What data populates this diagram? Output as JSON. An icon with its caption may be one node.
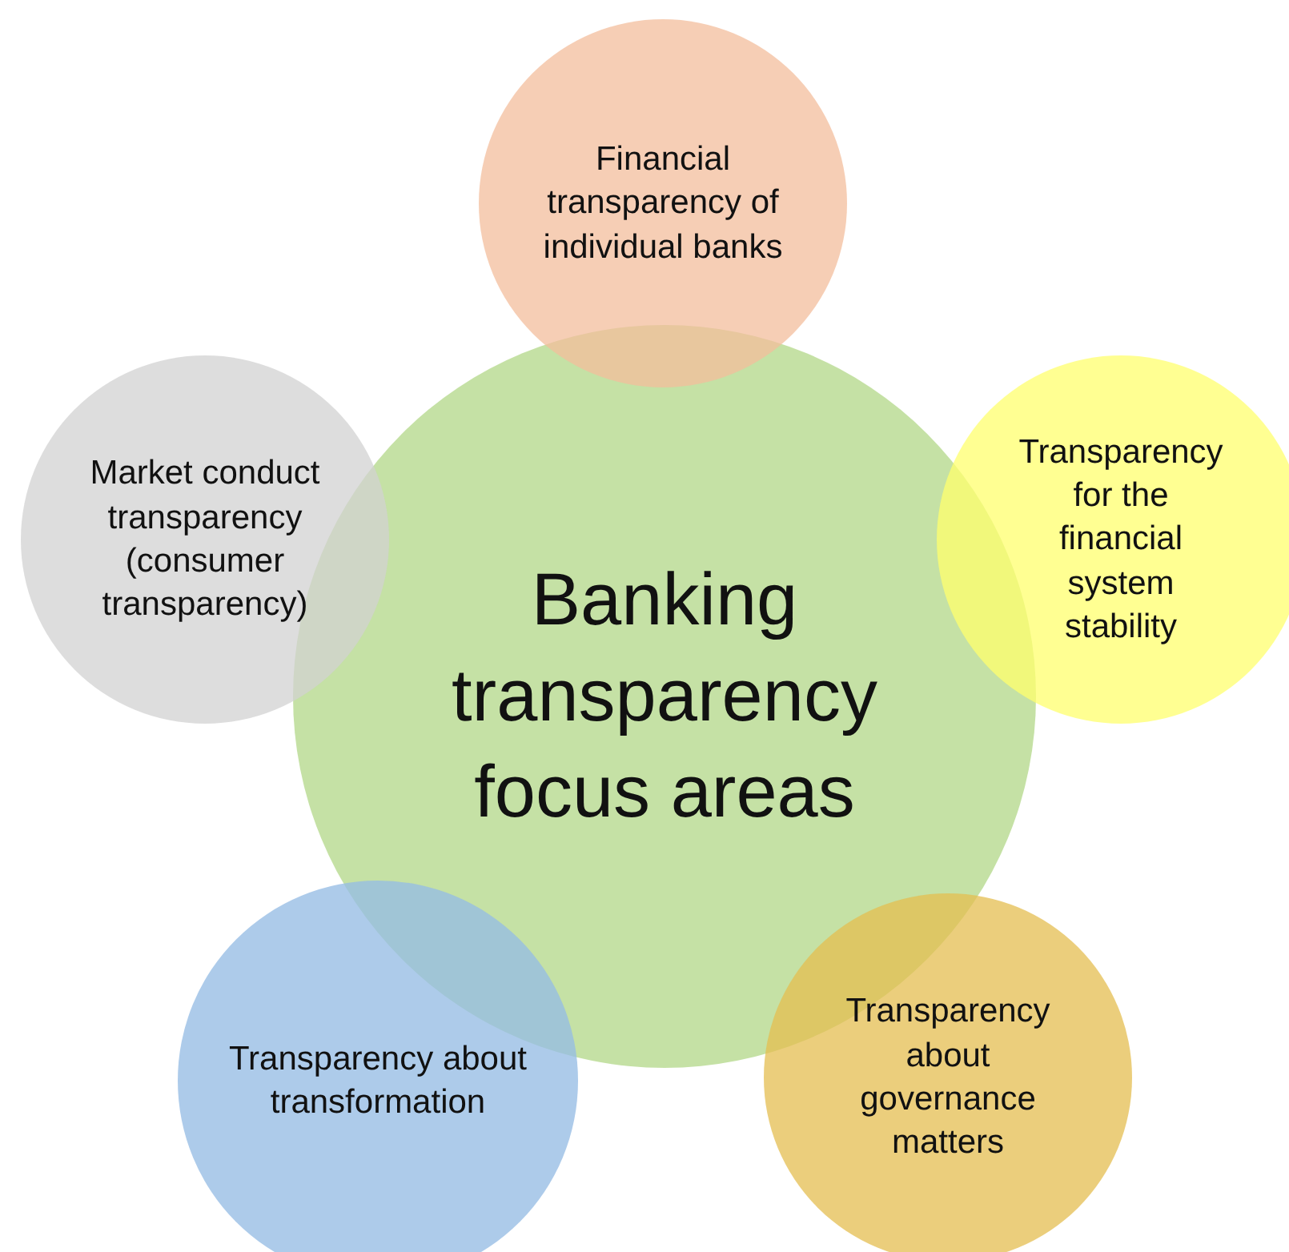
{
  "diagram": {
    "nodes": [
      {
        "text": [
          "Banking transparency focus areas"
        ]
      },
      {
        "text": [
          "Financial transparency of individual banks"
        ]
      },
      {
        "text": [
          "Market conduct transparency (consumer transparency)"
        ]
      },
      {
        "text": [
          "Transparency for the financial system stability"
        ]
      },
      {
        "text": [
          "Transparency about transformation"
        ]
      },
      {
        "text": [
          "Transparency about governance matters"
        ]
      }
    ]
  }
}
